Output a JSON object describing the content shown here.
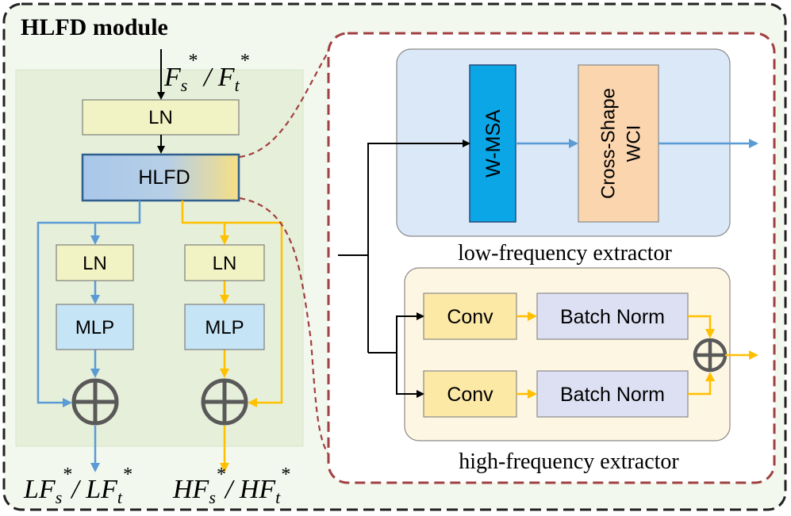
{
  "module_title": "HLFD module",
  "input_label": {
    "f": "F",
    "s": "s",
    "sep": " / ",
    "t": "t",
    "star": "*"
  },
  "left_blocks": {
    "ln_top": "LN",
    "hlfd": "HLFD",
    "ln_left": "LN",
    "mlp_left": "MLP",
    "ln_right": "LN",
    "mlp_right": "MLP"
  },
  "outputs": {
    "low": {
      "prefix": "LF",
      "s": "s",
      "sep": "/ ",
      "t": "t",
      "star": "*"
    },
    "high": {
      "prefix": "HF",
      "s": "s",
      "sep": "/ ",
      "t": "t",
      "star": "*"
    }
  },
  "low_frequency": {
    "caption": "low-frequency extractor",
    "wmsa": "W-MSA",
    "cross_line1": "Cross-Shape",
    "cross_line2": "WCI"
  },
  "high_frequency": {
    "caption": "high-frequency extractor",
    "conv_top": "Conv",
    "bn_top": "Batch Norm",
    "conv_bottom": "Conv",
    "bn_bottom": "Batch Norm"
  },
  "colors": {
    "blue_path": "#5b9bd5",
    "yellow_path": "#ffc000",
    "dashed_frame": "#a04040",
    "ln_fill": "#f2f3c4",
    "mlp_fill": "#c5e4f5",
    "wmsa_fill": "#0aa6e6",
    "cross_fill": "#fbd5ae",
    "conv_fill": "#fde9a6",
    "bn_fill": "#dde0f3"
  }
}
